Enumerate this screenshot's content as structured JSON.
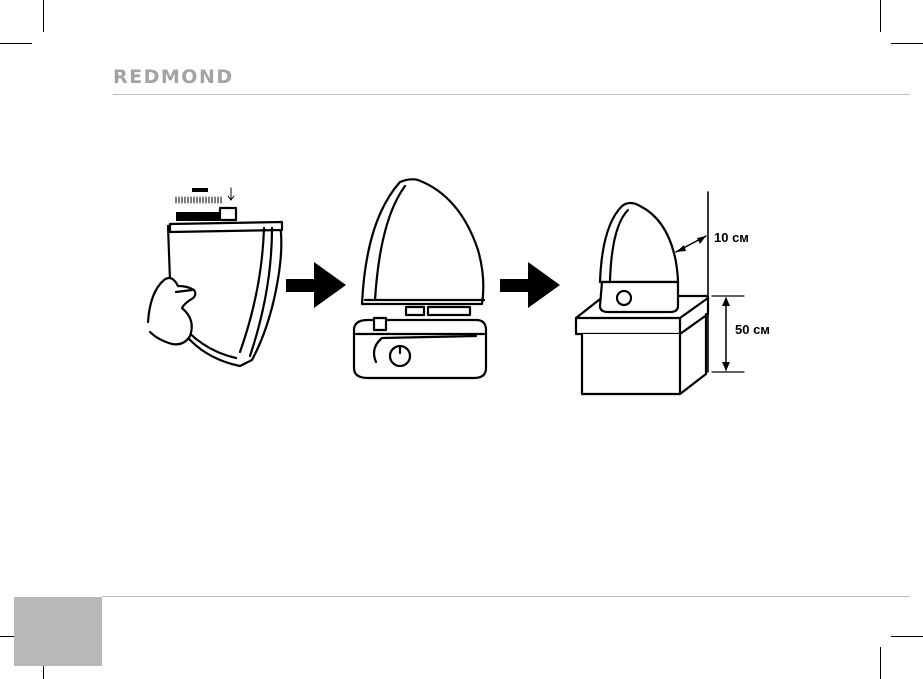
{
  "header": {
    "brand": "REDMOND"
  },
  "figure": {
    "wall_distance_label": "10 см",
    "table_height_label": "50 см"
  }
}
